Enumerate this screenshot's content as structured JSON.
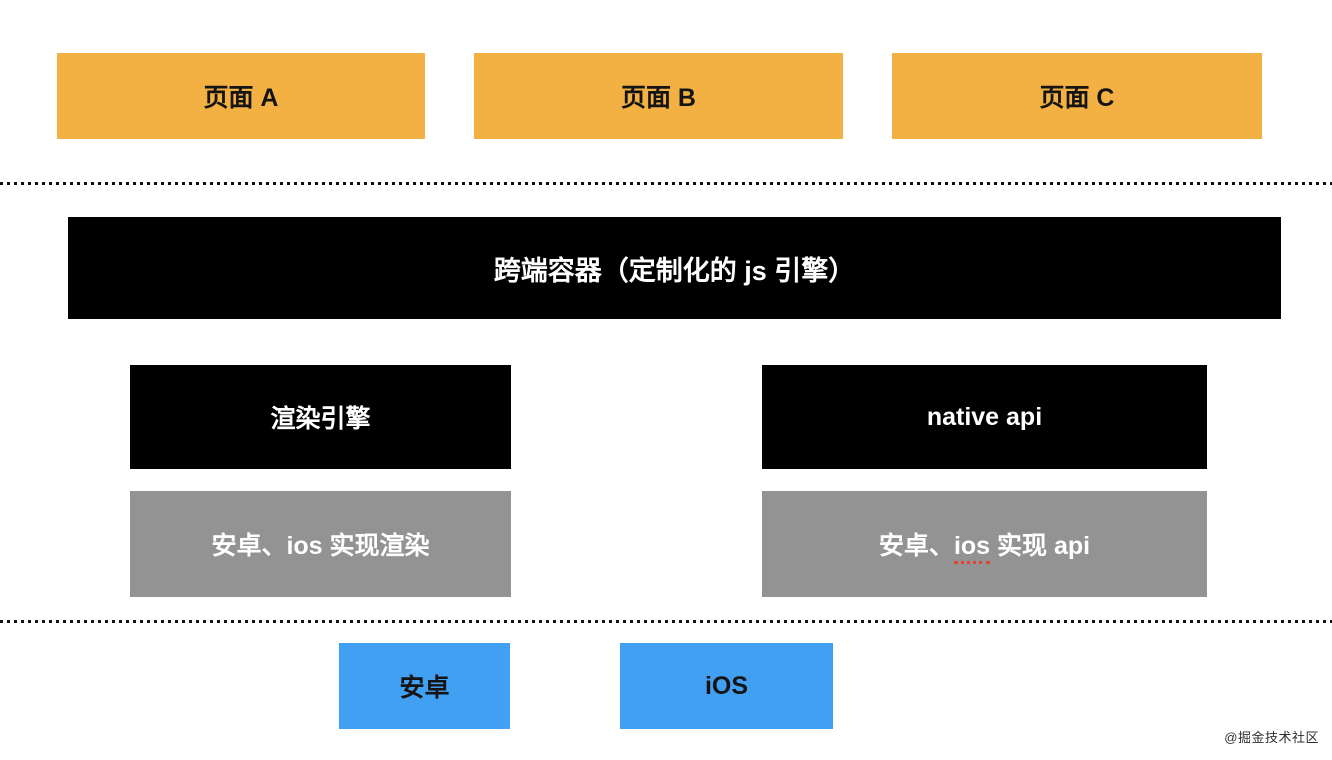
{
  "diagram": {
    "pages": [
      {
        "label": "页面 A"
      },
      {
        "label": "页面 B"
      },
      {
        "label": "页面 C"
      }
    ],
    "container": {
      "label": "跨端容器（定制化的 js 引擎）"
    },
    "left_column": {
      "engine_label": "渲染引擎",
      "impl_label": "安卓、ios 实现渲染"
    },
    "right_column": {
      "engine_label": "native api",
      "impl_prefix": "安卓、",
      "impl_spellcheck_word": "ios",
      "impl_suffix": " 实现 api"
    },
    "platforms": [
      {
        "label": "安卓"
      },
      {
        "label": "iOS"
      }
    ],
    "watermark": "@掘金技术社区"
  },
  "colors": {
    "page_box": "#F2B142",
    "container_box": "#000000",
    "engine_box": "#000000",
    "impl_box": "#939393",
    "platform_box": "#42A0F2",
    "spellcheck_underline": "#E0452F",
    "divider_dots": "#111111",
    "background": "#FFFFFF"
  }
}
